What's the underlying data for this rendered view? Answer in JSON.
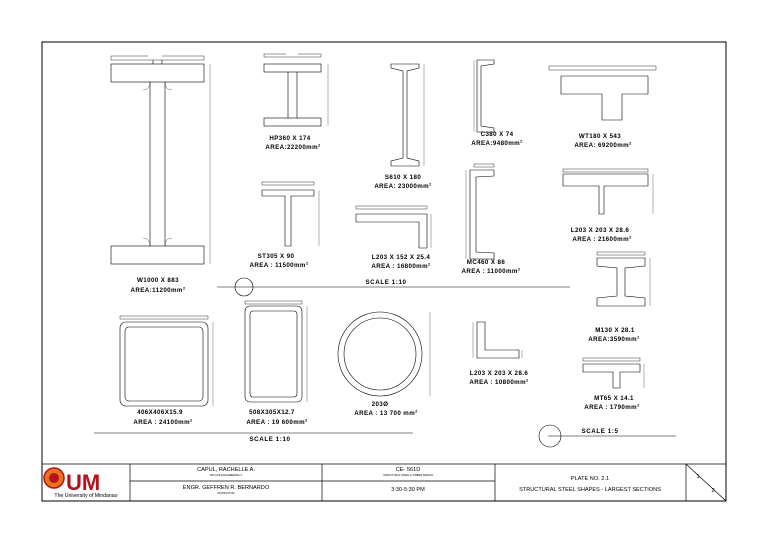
{
  "drawing": {
    "sections": [
      {
        "id": "w1000",
        "label": "W1000 X 883",
        "area": "AREA:11200mm",
        "sup": "2"
      },
      {
        "id": "hp360",
        "label": "HP360 X 174",
        "area": "AREA:22200mm",
        "sup": "2"
      },
      {
        "id": "s610",
        "label": "S610 X 180",
        "area": "AREA: 23000mm",
        "sup": "2"
      },
      {
        "id": "c380",
        "label": "C380 X 74",
        "area": "AREA:9480mm",
        "sup": "2"
      },
      {
        "id": "wt180",
        "label": "WT180 X 543",
        "area": "AREA: 69200mm",
        "sup": "2"
      },
      {
        "id": "st305",
        "label": "ST305 X 90",
        "area": "AREA : 11500mm",
        "sup": "2"
      },
      {
        "id": "l203x152",
        "label": "L203 X 152 X 25.4",
        "area": "AREA : 16800mm",
        "sup": "2"
      },
      {
        "id": "mc460",
        "label": "MC460 X 86",
        "area": "AREA : 11000mm",
        "sup": "2"
      },
      {
        "id": "l203x203b",
        "label": "L203 X 203 X 28.6",
        "area": "AREA : 21600mm",
        "sup": "2"
      },
      {
        "id": "hss406",
        "label": "406X406X15.9",
        "area": "AREA : 24100mm",
        "sup": "2"
      },
      {
        "id": "hss508",
        "label": "508X305X12.7",
        "area": "AREA : 19 600mm",
        "sup": "2"
      },
      {
        "id": "pipe203",
        "label": "203Ø",
        "area": "AREA : 13 700 mm",
        "sup": "2"
      },
      {
        "id": "l203x203a",
        "label": "L203 X 203 X 28.6",
        "area": "AREA : 10800mm",
        "sup": "2"
      },
      {
        "id": "m130",
        "label": "M130 X 28.1",
        "area": "AREA:3590mm",
        "sup": "2"
      },
      {
        "id": "mt65",
        "label": "MT65 X 14.1",
        "area": "AREA : 1790mm",
        "sup": "2"
      }
    ],
    "scales": {
      "top": "SCALE 1:10",
      "bottom_left": "SCALE 1:10",
      "bottom_right": "SCALE 1:5"
    }
  },
  "title_block": {
    "logo_text": "UM",
    "university": "The University of Mindanao",
    "student_name": "CAPUL, RACHELLE A.",
    "student_course": "BS CIVIL ENGINEERING 4",
    "instructor_name": "ENGR. GEFFREN R. BERNARDO",
    "instructor_role": "INSTRUCTOR",
    "course_code": "CE- 561D",
    "course_title": "STRUCTURAL STEEL & TIMBER DESIGN",
    "schedule": "3:30-5:30 PM",
    "plate_no": "PLATE NO. 2.1",
    "plate_title": "STRUCTURAL STEEL SHAPES - LARGEST SECTIONS",
    "sheet_num": "1",
    "sheet_total": "2"
  },
  "colors": {
    "ink": "#000000",
    "logo_red": "#b5121b",
    "logo_orange": "#e8731d"
  }
}
